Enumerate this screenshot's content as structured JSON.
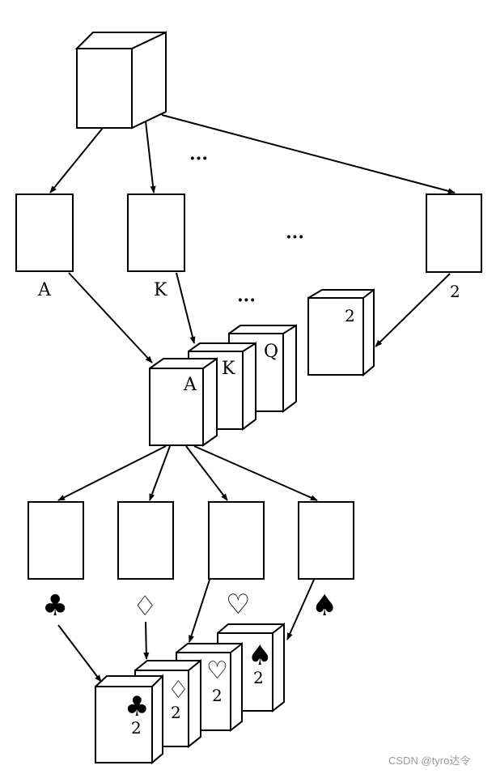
{
  "ellipsis": "···",
  "rank_labels": {
    "ace": "A",
    "king": "K",
    "two": "2"
  },
  "stack_labels": {
    "ace": "A",
    "king": "K",
    "queen": "Q",
    "two": "2"
  },
  "suits": {
    "clubs": "♣",
    "diamonds": "♢",
    "hearts": "♡",
    "spades": "♠"
  },
  "card_suits": {
    "clubs": "♣",
    "diamonds": "♢",
    "hearts": "♡",
    "spades": "♠"
  },
  "card_rank": "2",
  "watermark": "CSDN @tyro达令"
}
